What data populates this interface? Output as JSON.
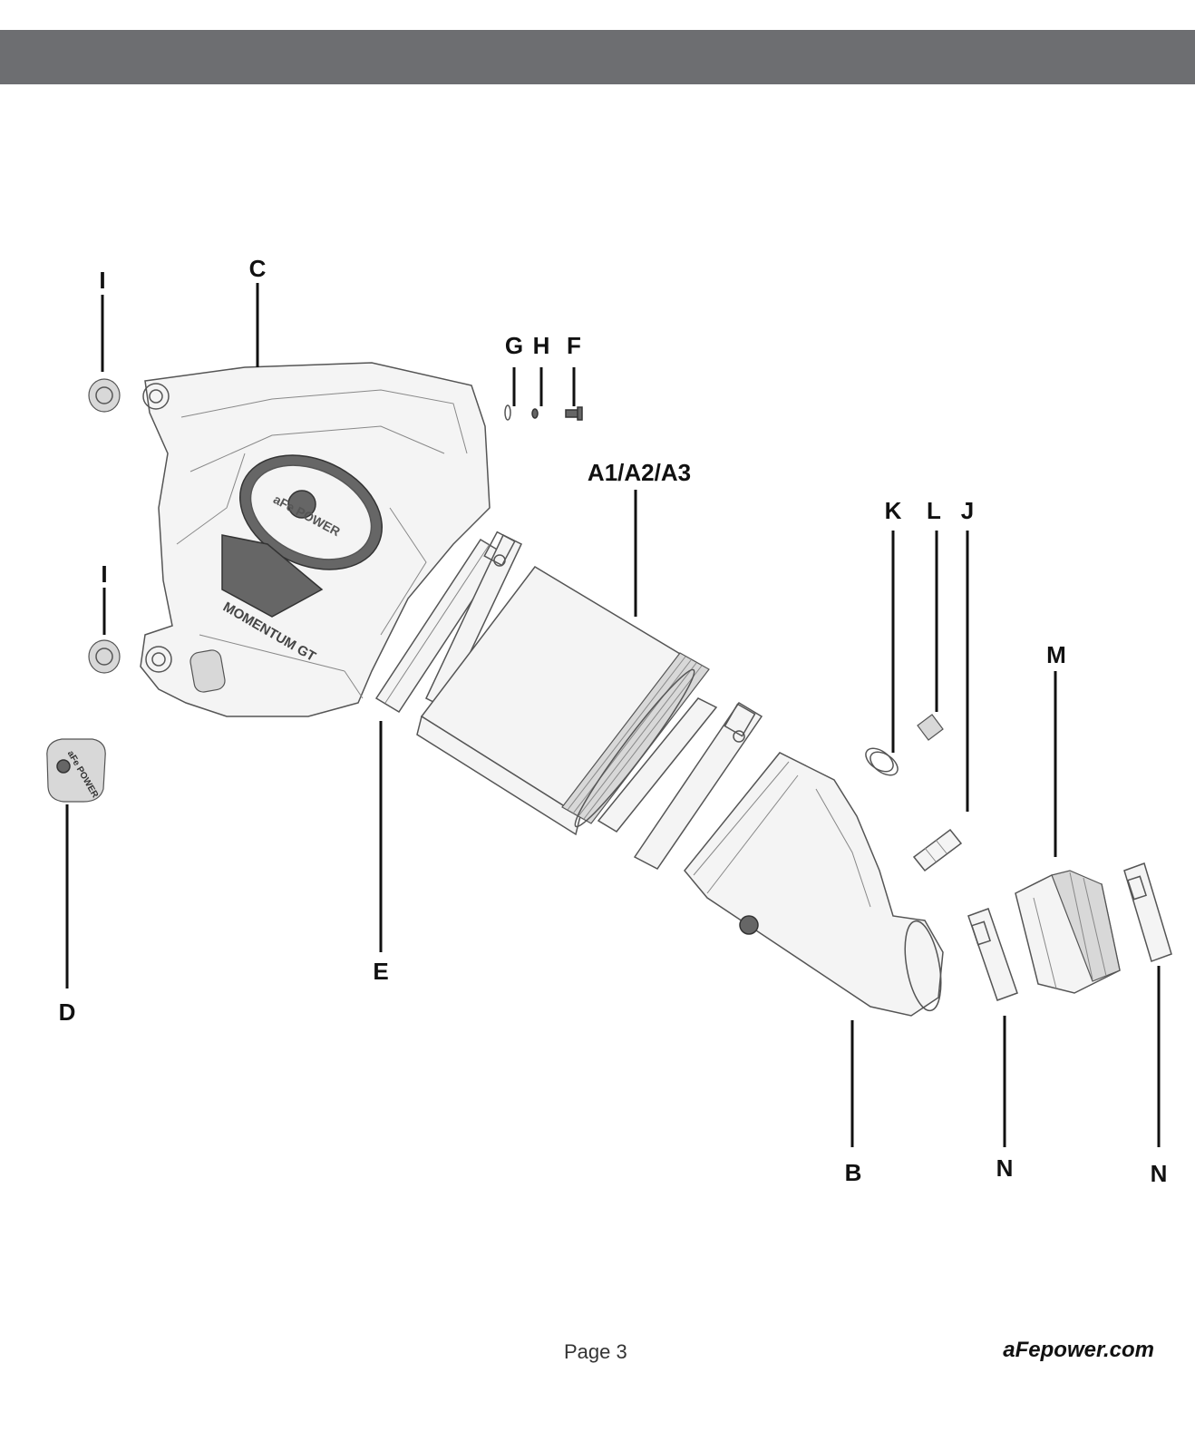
{
  "header": {
    "bar_color": "#6d6e71"
  },
  "callouts": {
    "C": "C",
    "I_top": "I",
    "I_bottom": "I",
    "G": "G",
    "H": "H",
    "F": "F",
    "A": "A1/A2/A3",
    "K": "K",
    "L": "L",
    "J": "J",
    "M": "M",
    "E": "E",
    "D": "D",
    "B": "B",
    "N_left": "N",
    "N_right": "N"
  },
  "brand_marks": {
    "housing_logo": "aFe POWER",
    "housing_model": "MOMENTUM GT",
    "cap_logo": "aFe POWER"
  },
  "footer": {
    "page": "Page 3",
    "site": "aFepower.com"
  }
}
